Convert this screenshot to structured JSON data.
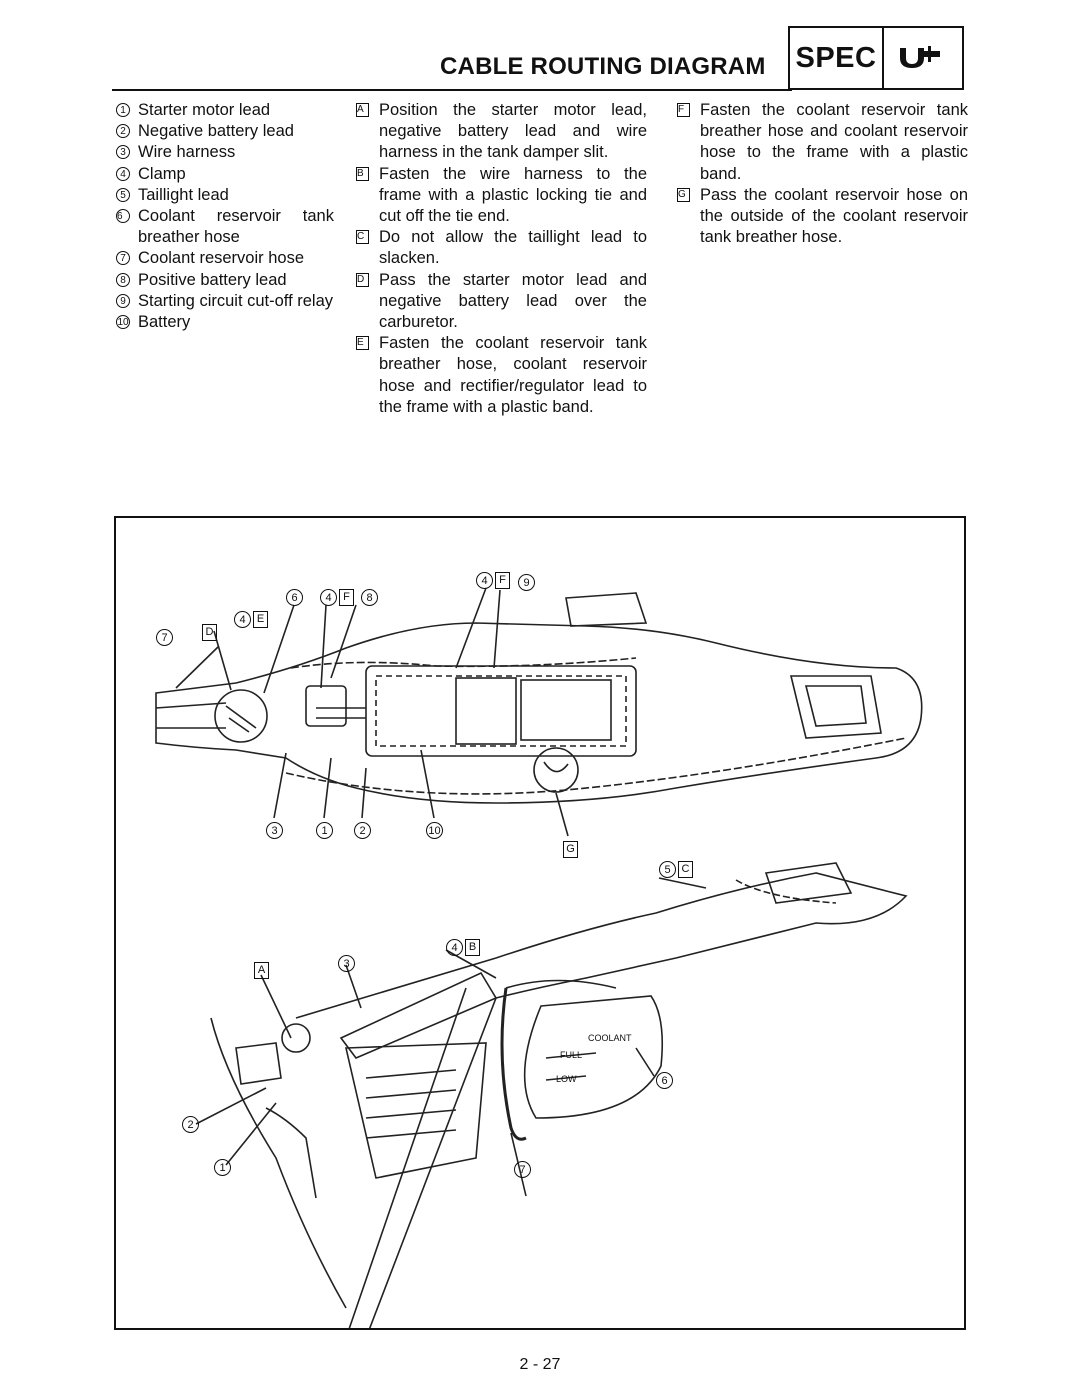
{
  "header": {
    "title": "CABLE ROUTING DIAGRAM",
    "badge": "SPEC",
    "badge_icon": "wrench-spec-icon"
  },
  "parts": [
    {
      "num": "1",
      "text": "Starter motor lead"
    },
    {
      "num": "2",
      "text": "Negative battery lead"
    },
    {
      "num": "3",
      "text": "Wire harness"
    },
    {
      "num": "4",
      "text": "Clamp"
    },
    {
      "num": "5",
      "text": "Taillight lead"
    },
    {
      "num": "6",
      "text": "Coolant reservoir tank breather hose"
    },
    {
      "num": "7",
      "text": "Coolant reservoir hose"
    },
    {
      "num": "8",
      "text": "Positive battery lead"
    },
    {
      "num": "9",
      "text": "Starting circuit cut-off relay"
    },
    {
      "num": "10",
      "text": "Battery"
    }
  ],
  "notes": [
    {
      "letter": "A",
      "text": "Position the starter motor lead, negative battery lead and wire harness in the tank damper slit."
    },
    {
      "letter": "B",
      "text": "Fasten the wire harness to the frame with a plastic locking tie and cut off the tie end."
    },
    {
      "letter": "C",
      "text": "Do not allow the taillight lead to slacken."
    },
    {
      "letter": "D",
      "text": "Pass the starter motor lead and negative battery lead over the carburetor."
    },
    {
      "letter": "E",
      "text": "Fasten the coolant reservoir tank breather hose, coolant reservoir hose and rectifier/regulator lead to the frame with a plastic band."
    },
    {
      "letter": "F",
      "text": "Fasten the coolant reservoir tank breather hose and coolant reservoir hose to the frame with a plastic band."
    },
    {
      "letter": "G",
      "text": "Pass the coolant reservoir hose on the outside of the coolant reservoir tank breather hose."
    }
  ],
  "figure": {
    "tank_labels": {
      "title": "COOLANT",
      "full": "FULL",
      "low": "LOW"
    },
    "callouts": {
      "c_6": "6",
      "c_4": "4",
      "c_F": "F",
      "c_8": "8",
      "c_4b": "4",
      "c_E": "E",
      "c_7": "7",
      "c_D": "D",
      "c_4c": "4",
      "c_F2": "F",
      "c_9": "9",
      "c_3": "3",
      "c_1": "1",
      "c_2": "2",
      "c_10": "10",
      "c_G": "G",
      "c_5": "5",
      "c_C": "C",
      "c_4d": "4",
      "c_B": "B",
      "c_A": "A",
      "c_3b": "3",
      "c_6b": "6",
      "c_2b": "2",
      "c_1b": "1",
      "c_7b": "7"
    }
  },
  "footer": {
    "page": "2 - 27"
  }
}
